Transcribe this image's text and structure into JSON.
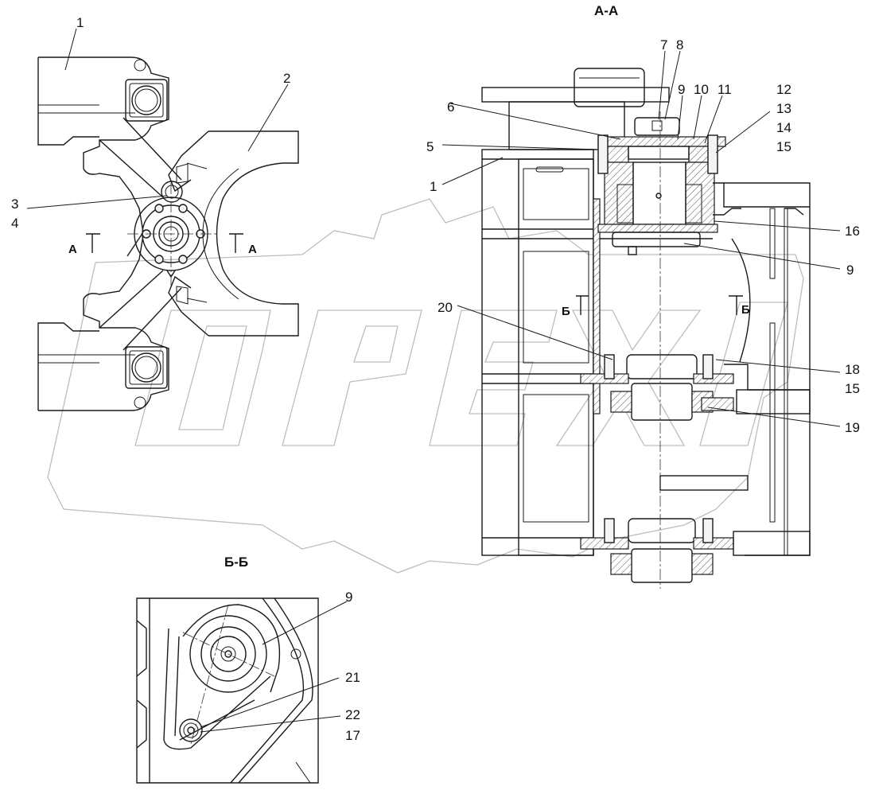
{
  "views": {
    "section_aa": "А-А",
    "section_bb": "Б-Б"
  },
  "section_marks": {
    "a_left": "А",
    "a_right": "А",
    "b_left": "Б",
    "b_right": "Б"
  },
  "watermark": "OPEX",
  "callouts_left": {
    "c1": "1",
    "c2": "2",
    "c3": "3",
    "c4": "4"
  },
  "callouts_aa": {
    "c7": "7",
    "c8": "8",
    "c9a": "9",
    "c10": "10",
    "c11": "11",
    "c12": "12",
    "c13": "13",
    "c14": "14",
    "c15a": "15",
    "c6": "6",
    "c5": "5",
    "c1": "1",
    "c16": "16",
    "c9b": "9",
    "c20": "20",
    "c18": "18",
    "c15b": "15",
    "c19": "19"
  },
  "callouts_bb": {
    "c9": "9",
    "c21": "21",
    "c22": "22",
    "c17": "17"
  },
  "colors": {
    "line": "#1a1a1a",
    "watermark": "#bdbdbd",
    "hatch": "#555555"
  }
}
